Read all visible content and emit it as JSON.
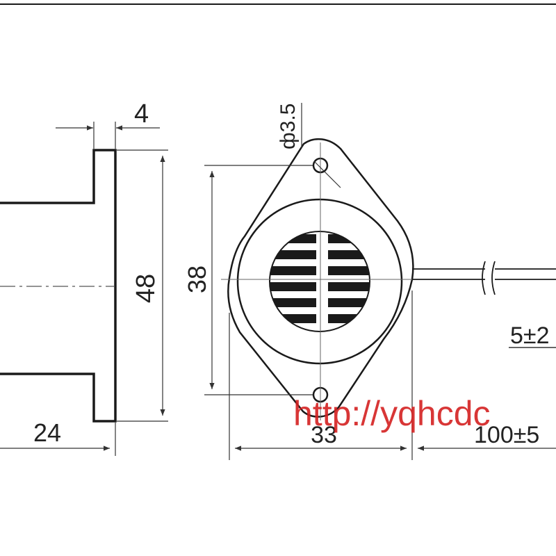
{
  "drawing": {
    "colors": {
      "line": "#1a1a1a",
      "dim_line": "#333333",
      "watermark": "#d42020"
    },
    "side_view": {
      "dim_flange_thickness": "4",
      "dim_flange_height": "48",
      "dim_body_length": "24"
    },
    "front_view": {
      "dim_hole_diameter": "ф3.5",
      "dim_body_height": "38",
      "dim_body_width": "33",
      "dim_lead_length": "100±5",
      "dim_lead_strip": "5±2"
    },
    "watermark": "http://yqhcdc"
  }
}
